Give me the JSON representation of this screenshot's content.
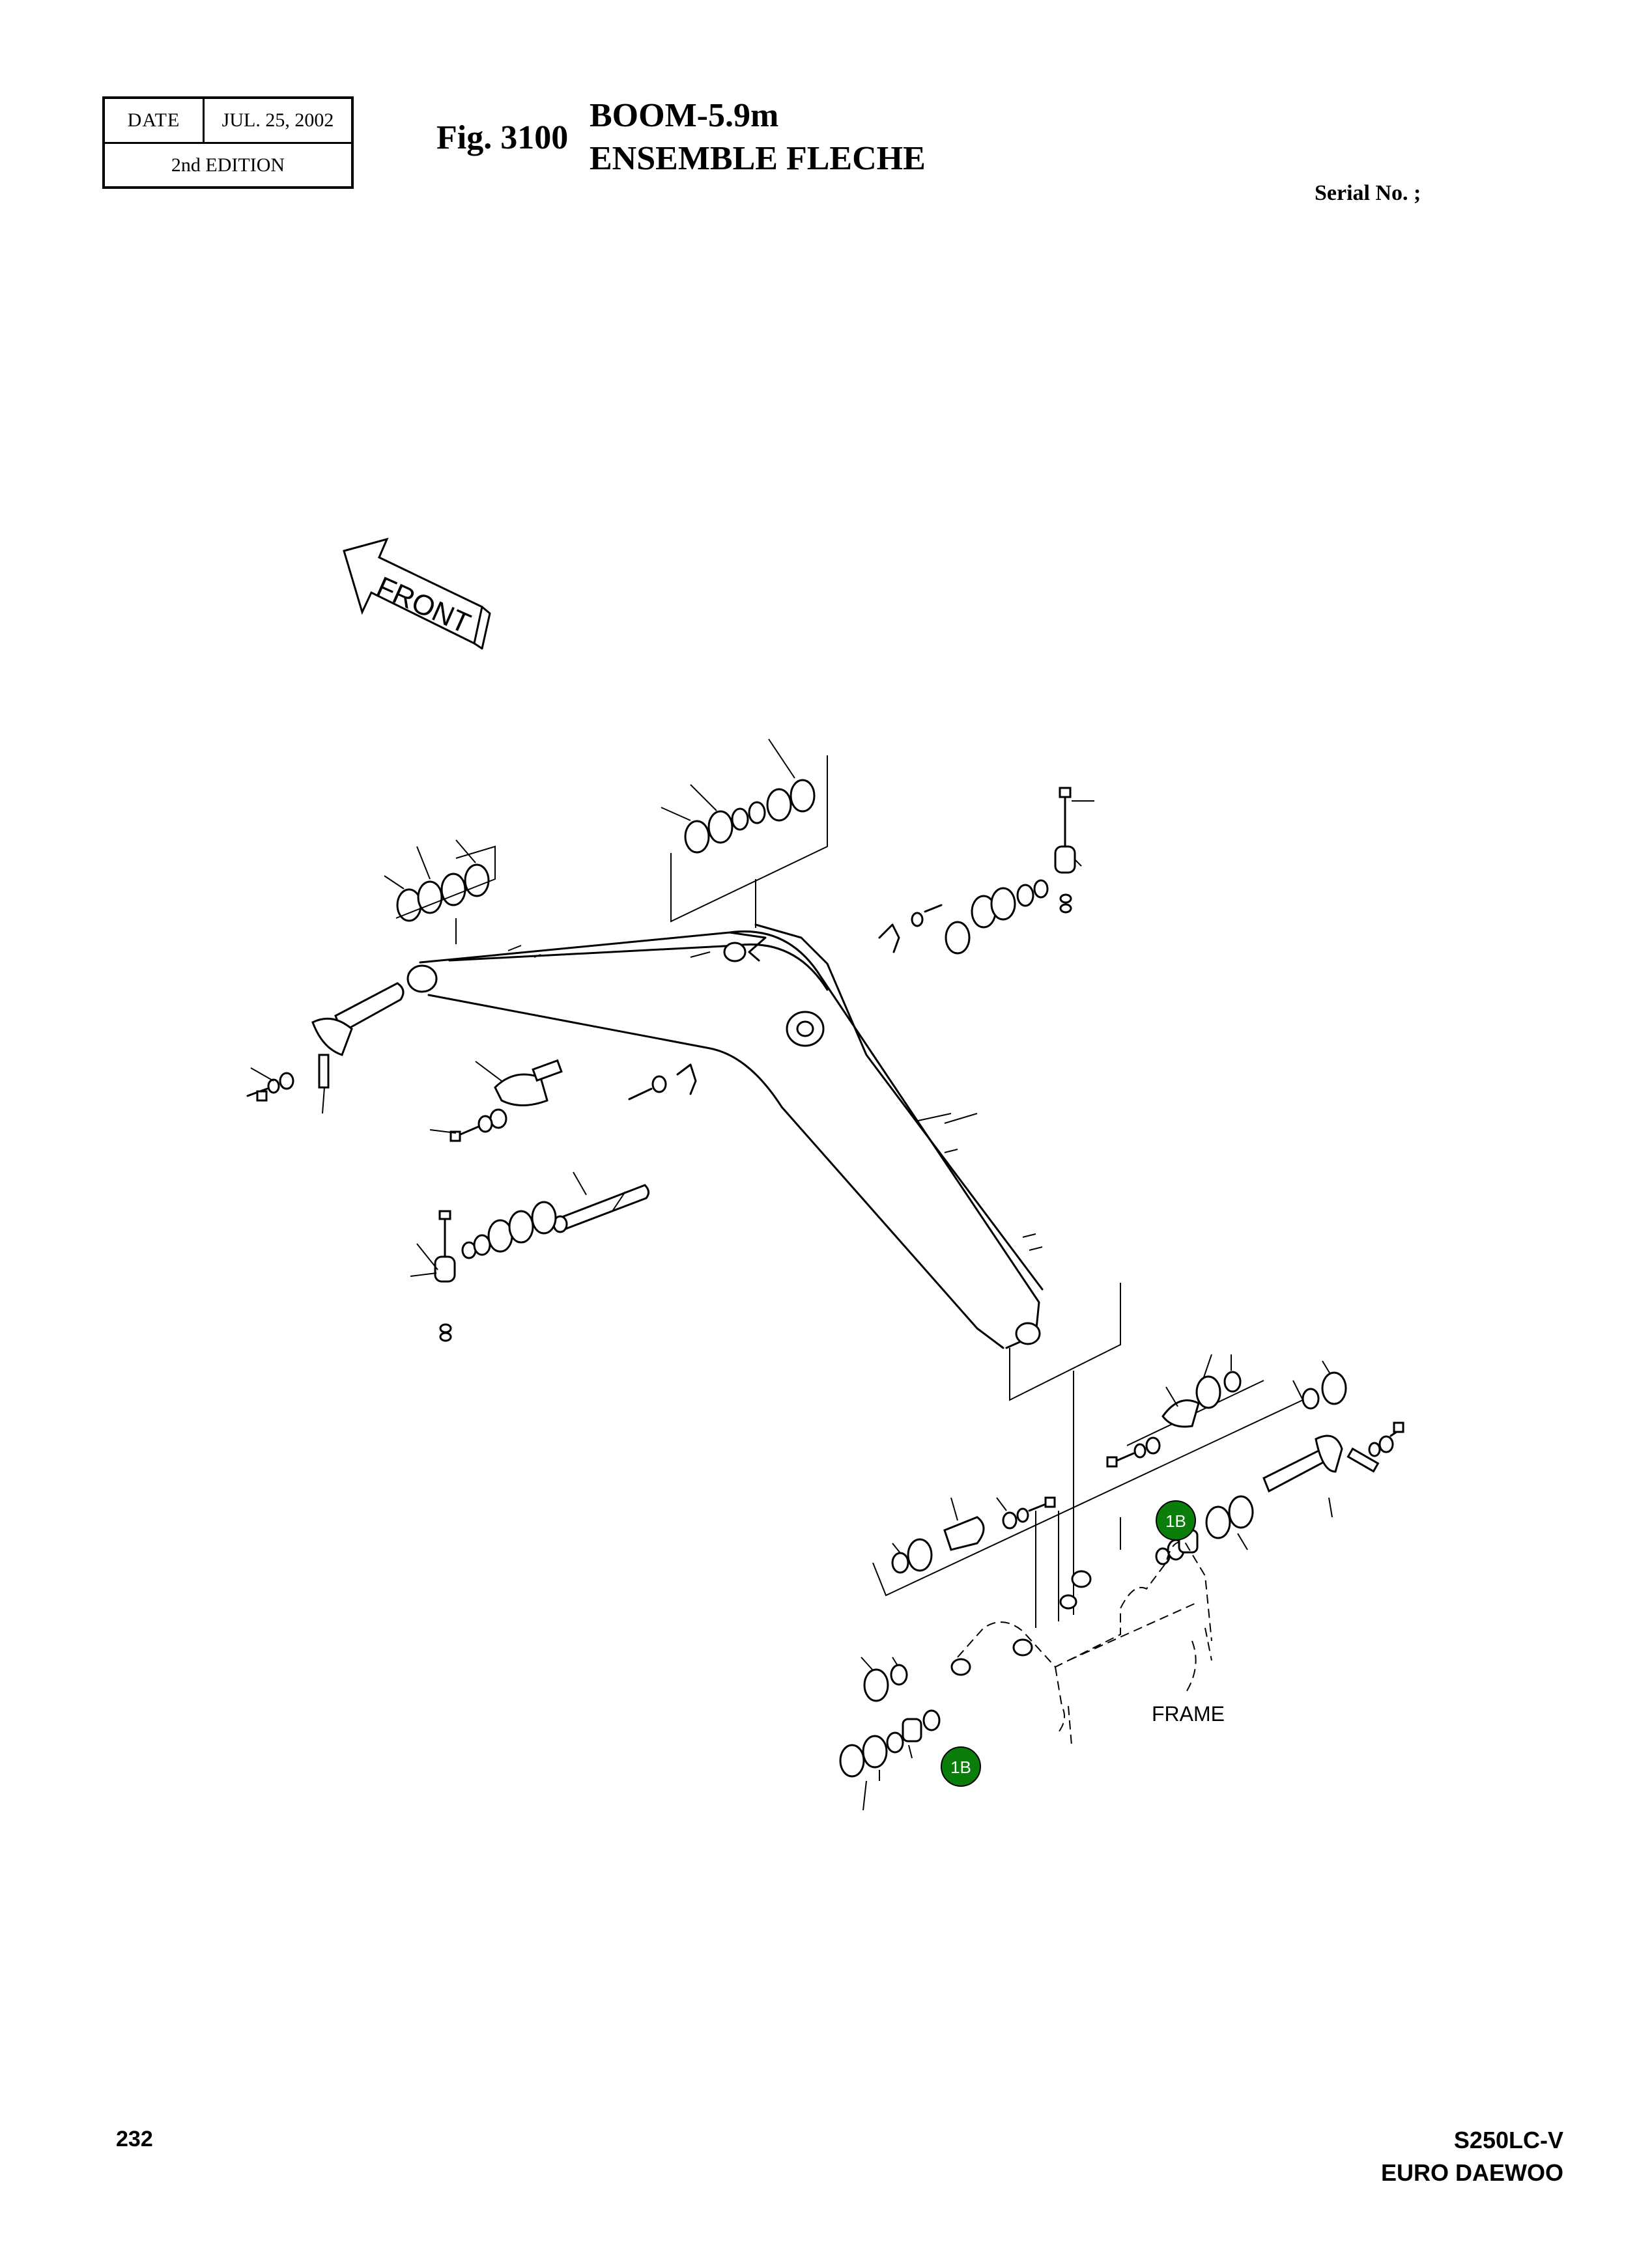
{
  "header": {
    "date_label": "DATE",
    "date_value": "JUL. 25, 2002",
    "edition": "2nd  EDITION",
    "fig_label": "Fig. 3100",
    "title_en": "BOOM-5.9m",
    "title_fr": "ENSEMBLE FLECHE",
    "serial_label": "Serial No. ;"
  },
  "diagram": {
    "front_label": "FRONT",
    "frame_label": "FRAME",
    "callouts": [
      {
        "label": "1B",
        "color": "#0a7d0a"
      },
      {
        "label": "1B",
        "color": "#0a7d0a"
      }
    ]
  },
  "footer": {
    "page_number": "232",
    "model": "S250LC-V",
    "brand": "EURO DAEWOO"
  }
}
